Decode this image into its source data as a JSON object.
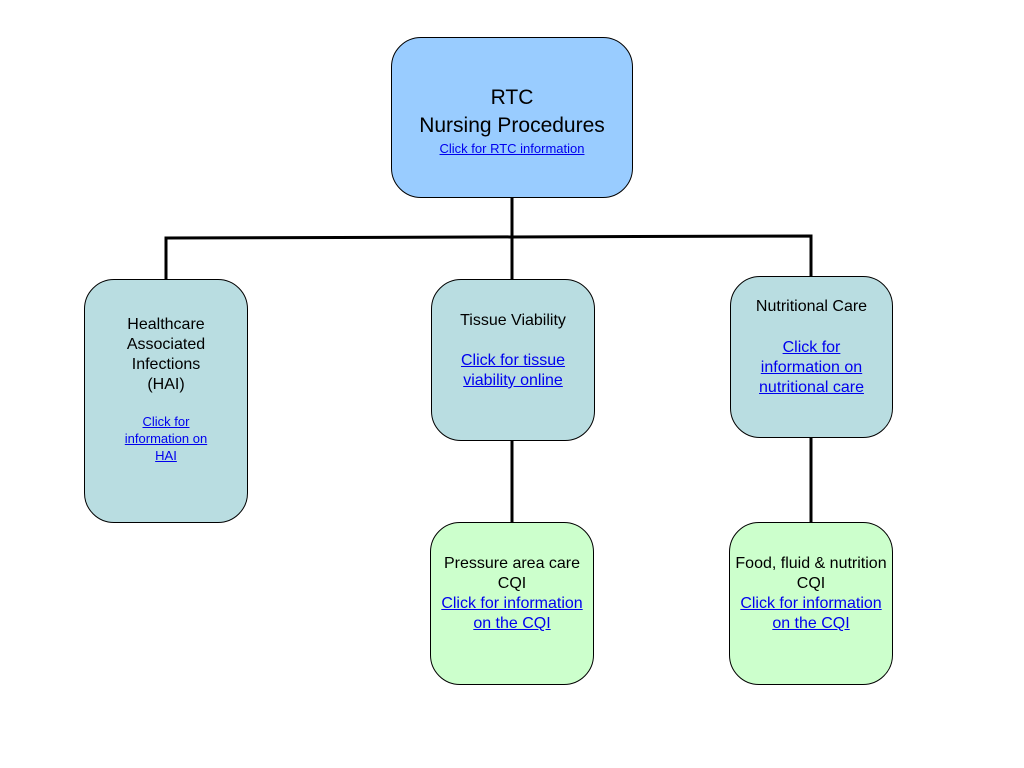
{
  "diagram": {
    "root": {
      "title": "RTC\nNursing Procedures",
      "link": "Click for RTC information",
      "color": "#99ccff"
    },
    "hai": {
      "title": "Healthcare\nAssociated\nInfections\n(HAI)",
      "link": "Click for\ninformation on\nHAI",
      "color": "#b9dde1"
    },
    "tissue": {
      "title": "Tissue Viability",
      "link": "Click for tissue\n viability online",
      "color": "#b9dde1"
    },
    "nutrition": {
      "title": "Nutritional Care",
      "link": "Click for\ninformation on\n nutritional care",
      "color": "#b9dde1"
    },
    "pressure": {
      "title": "Pressure area care\nCQI",
      "link": "Click for information\n on the CQI",
      "color": "#ccffcc"
    },
    "food": {
      "title": "Food, fluid & nutrition\nCQI",
      "link": "Click for information\n on the CQI",
      "color": "#ccffcc"
    },
    "link_color": "#0000ee",
    "connector_color": "#000000"
  }
}
